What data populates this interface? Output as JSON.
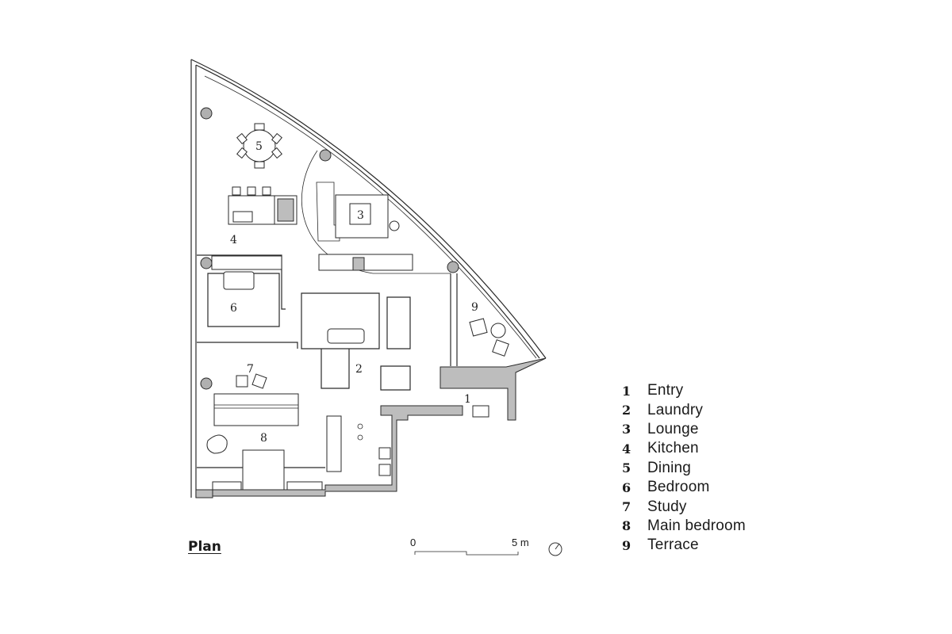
{
  "title": "Plan",
  "rooms": [
    {
      "num": "1",
      "label": "Entry"
    },
    {
      "num": "2",
      "label": "Laundry"
    },
    {
      "num": "3",
      "label": "Lounge"
    },
    {
      "num": "4",
      "label": "Kitchen"
    },
    {
      "num": "5",
      "label": "Dining"
    },
    {
      "num": "6",
      "label": "Bedroom"
    },
    {
      "num": "7",
      "label": "Study"
    },
    {
      "num": "8",
      "label": "Main bedroom"
    },
    {
      "num": "9",
      "label": "Terrace"
    }
  ],
  "scale": {
    "start": "0",
    "end": "5 m"
  },
  "icons": {
    "north_arrow": "north-arrow-icon"
  },
  "colors": {
    "line": "#2a2a2a",
    "poche": "#bdbdbd",
    "background": "#ffffff"
  }
}
